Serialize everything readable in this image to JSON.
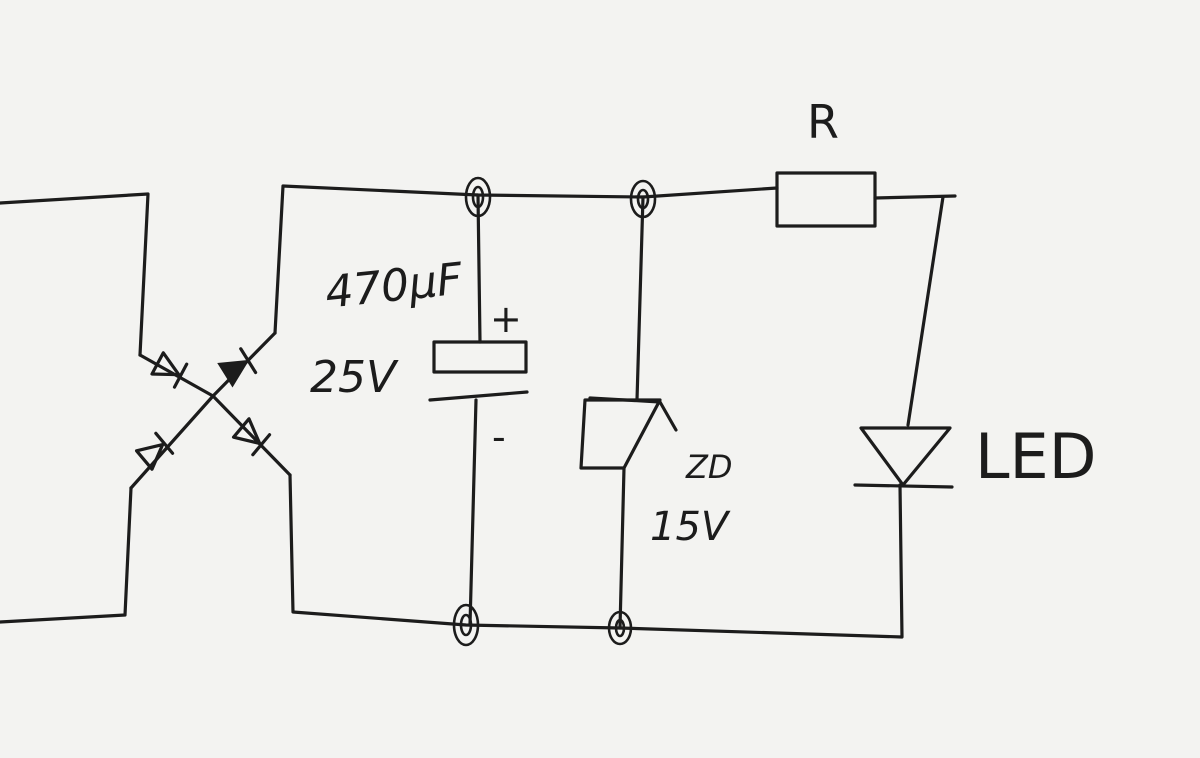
{
  "diagram": {
    "ink_color": "#1c1c1c",
    "paper_color": "#f3f3f1",
    "resistor": {
      "label": "R"
    },
    "capacitor": {
      "capacitance_label": "470µF",
      "voltage_label": "25V",
      "plus_label": "+",
      "minus_label": "-"
    },
    "zener": {
      "type_label": "ZD",
      "voltage_label": "15V"
    },
    "led": {
      "label": "LED"
    }
  }
}
